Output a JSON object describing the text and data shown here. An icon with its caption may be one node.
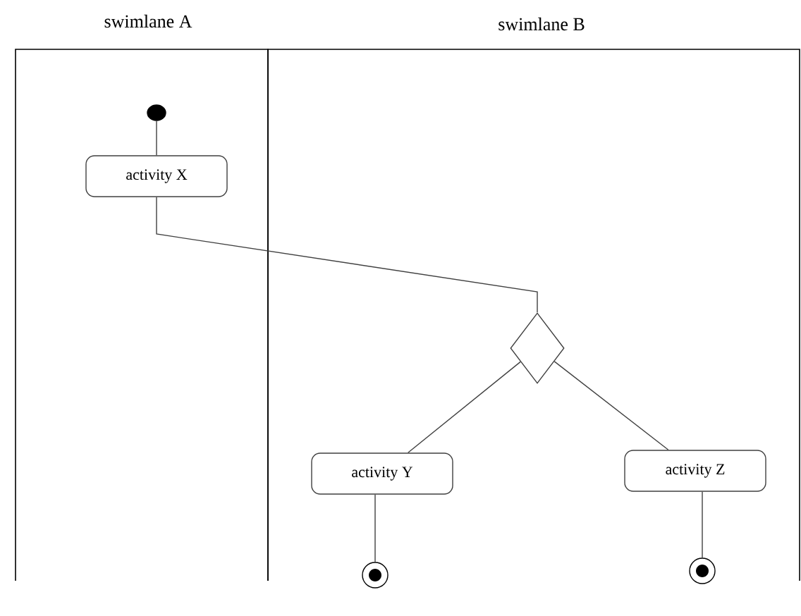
{
  "diagram": {
    "nodes": [
      {
        "text": [
          "swimlane A"
        ]
      },
      {
        "text": [
          "swimlane B"
        ]
      },
      {
        "text": [],
        "shape": "dot",
        "in": 0
      },
      {
        "text": [
          "activity X"
        ],
        "in": 0
      },
      {
        "text": [],
        "shape": "diamond",
        "in": 1
      },
      {
        "text": [
          "activity Y"
        ],
        "in": 1
      },
      {
        "text": [
          "activity Z"
        ],
        "in": 1
      },
      {
        "text": [],
        "shape": "bullseye",
        "in": 1
      },
      {
        "text": [],
        "shape": "bullseye",
        "in": 1
      }
    ],
    "edges": [
      {
        "from": 2,
        "to": 3,
        "arrow": "none"
      },
      {
        "from": 3,
        "to": 4,
        "arrow": "none"
      },
      {
        "from": 4,
        "to": 5,
        "arrow": "none"
      },
      {
        "from": 4,
        "to": 6,
        "arrow": "none"
      },
      {
        "from": 5,
        "to": 7,
        "arrow": "none"
      },
      {
        "from": 6,
        "to": 8,
        "arrow": "none"
      }
    ]
  }
}
